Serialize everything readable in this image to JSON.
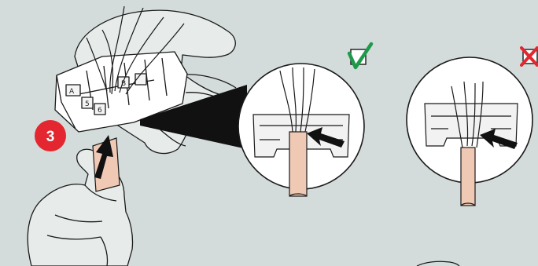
{
  "step": {
    "number": "3",
    "badge_color": "#e3262f"
  },
  "verdicts": {
    "correct": {
      "icon": "checkbox-check-icon",
      "color": "#1e9a4a"
    },
    "incorrect": {
      "icon": "checkbox-cross-icon",
      "color": "#e3262f"
    }
  },
  "connector_marks": [
    "A",
    "5",
    "6",
    "B"
  ],
  "colors": {
    "background": "#d3dcdb",
    "cable_sheath": "#f0c9b4",
    "line": "#1a1a1a"
  }
}
